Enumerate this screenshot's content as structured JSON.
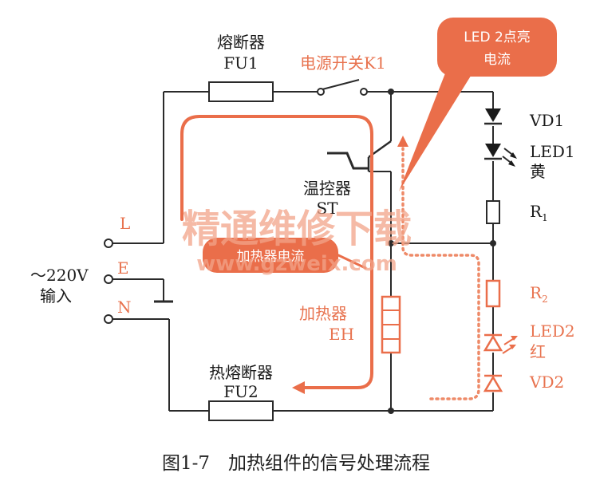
{
  "labels": {
    "fuse_name": "熔断器",
    "fuse_code": "FU1",
    "switch": "电源开关K1",
    "led2_callout_line1": "LED 2点亮",
    "led2_callout_line2": "电流",
    "vd1": "VD1",
    "led1_code": "LED1",
    "led1_color": "黄",
    "thermostat_name": "温控器",
    "thermostat_code": "ST",
    "r1": "R",
    "r1_sub": "1",
    "terminal_l": "L",
    "terminal_e": "E",
    "terminal_n": "N",
    "input_voltage": "～220V",
    "input_label": "输入",
    "heating_current": "加热器电流",
    "heater_name": "加热器",
    "heater_code": "EH",
    "r2": "R",
    "r2_sub": "2",
    "led2_code": "LED2",
    "led2_color": "红",
    "vd2": "VD2",
    "thermal_fuse_name": "热熔断器",
    "thermal_fuse_code": "FU2"
  },
  "watermark": {
    "line1": "精通维修下载",
    "line2": "www.gzweix.com"
  },
  "caption": "图1-7　加热组件的信号处理流程",
  "colors": {
    "wire": "#2a2a2a",
    "accent": "#ea6e4a",
    "text": "#1a1a1a"
  }
}
